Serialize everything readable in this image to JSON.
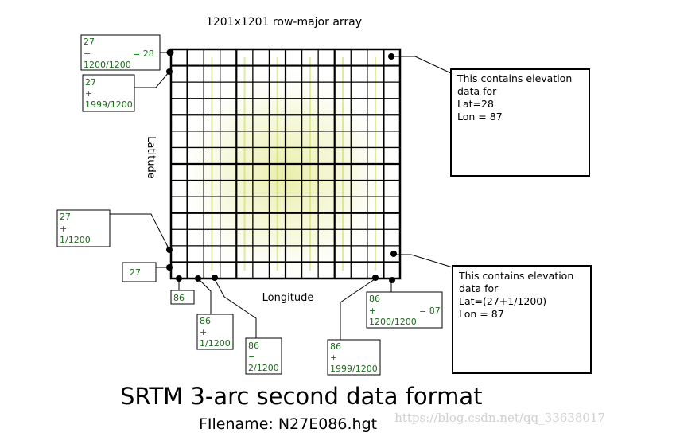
{
  "diagram": {
    "array_title": "1201x1201 row-major array",
    "latitude_label": "Latitude",
    "longitude_label": "Longitude",
    "main_title": "SRTM 3-arc second data format",
    "filename": "FIlename: N27E086.hgt",
    "watermark": "https://blog.csdn.net/qq_33638017",
    "lat_labels": {
      "top": [
        "27",
        "+",
        "1200/1200",
        "= 28"
      ],
      "second": [
        "27",
        "+",
        "1999/1200"
      ],
      "near_bottom": [
        "27",
        "+",
        "1/1200"
      ],
      "bottom": [
        "27"
      ]
    },
    "lon_labels": {
      "first": [
        "86"
      ],
      "second": [
        "86",
        "+",
        "1/1200"
      ],
      "third": [
        "86",
        "−",
        "2/1200"
      ],
      "second_last": [
        "86",
        "+",
        "1999/1200"
      ],
      "last": [
        "86",
        "+",
        "1200/1200",
        "= 87"
      ]
    },
    "callouts": {
      "top_right": [
        "This contains elevation",
        "data for",
        "Lat=28",
        "Lon = 87"
      ],
      "bottom_right": [
        "This contains elevation",
        "data for",
        "Lat=(27+1/1200)",
        "Lon = 87"
      ]
    },
    "colors": {
      "ink": "#000000",
      "label_green": "#1a6b1a",
      "glow": "#c8d850"
    }
  }
}
